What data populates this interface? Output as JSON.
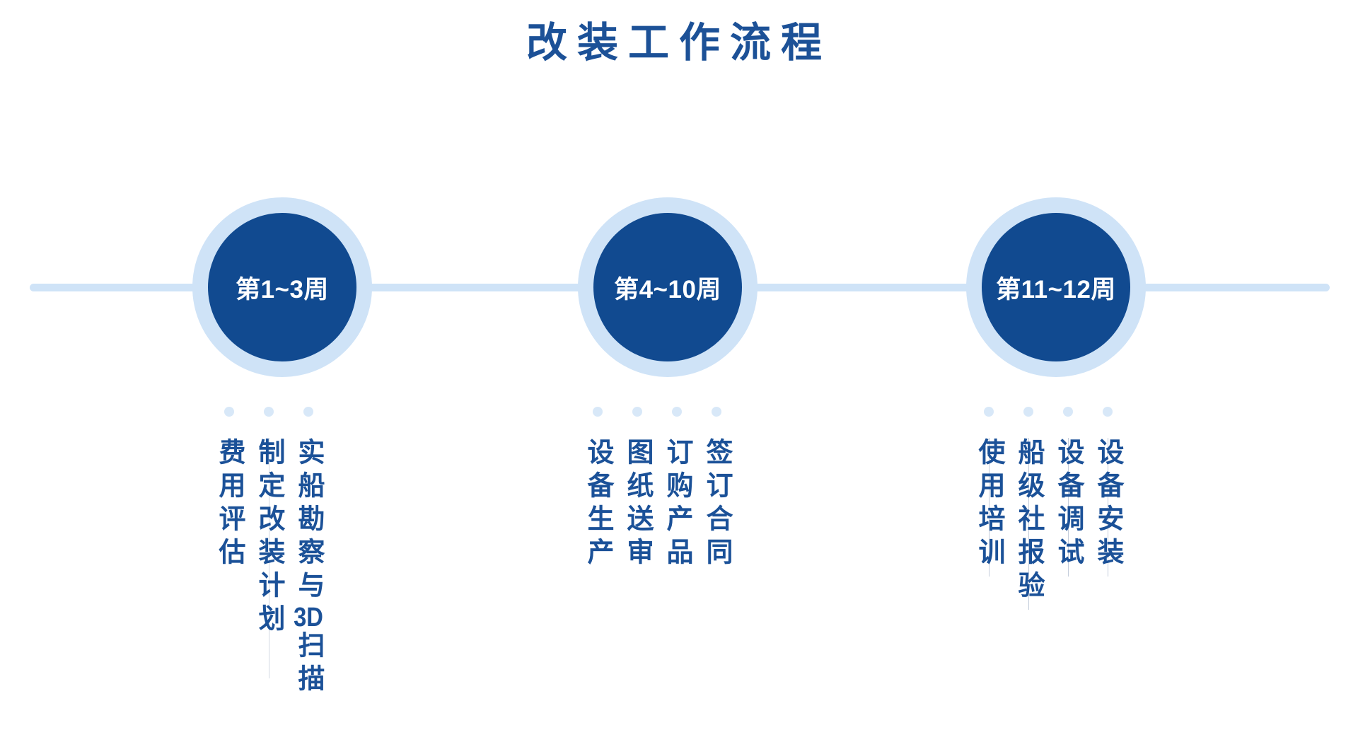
{
  "title": "改装工作流程",
  "colors": {
    "circle_fill": "#114a90",
    "text_blue": "#1b5198",
    "light_blue_line": "#cfe3f7",
    "dot_blue": "#d8e8f8",
    "circle_label_text": "#ffffff"
  },
  "timeline": {
    "reading_note": "steps listed in process order; columns rendered right-to-left",
    "milestones": [
      {
        "label": "第1~3周",
        "steps": [
          "实船勘察与3D扫描",
          "制定改装计划",
          "费用评估"
        ]
      },
      {
        "label": "第4~10周",
        "steps": [
          "签订合同",
          "订购产品",
          "图纸送审",
          "设备生产"
        ]
      },
      {
        "label": "第11~12周",
        "steps": [
          "设备安装",
          "设备调试",
          "船级社报验",
          "使用培训"
        ]
      }
    ]
  }
}
